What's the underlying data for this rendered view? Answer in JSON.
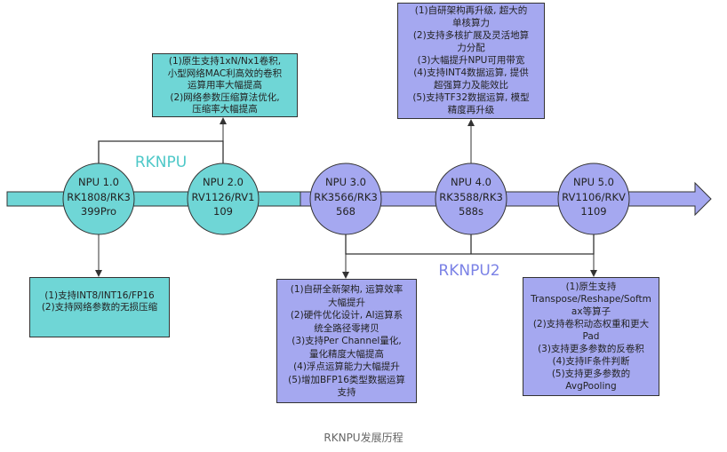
{
  "nodes": [
    {
      "id": "npu1",
      "lines": [
        "NPU 1.0",
        "RK1808/RK3",
        "399Pro"
      ]
    },
    {
      "id": "npu2",
      "lines": [
        "NPU 2.0",
        "RV1126/RV1",
        "109"
      ]
    },
    {
      "id": "npu3",
      "lines": [
        "NPU 3.0",
        "RK3566/RK3",
        "568"
      ]
    },
    {
      "id": "npu4",
      "lines": [
        "NPU 4.0",
        "RK3588/RK3",
        "588s"
      ]
    },
    {
      "id": "npu5",
      "lines": [
        "NPU 5.0",
        "RV1106/RKV",
        "1109"
      ]
    }
  ],
  "groups": {
    "rknpu": "RKNPU",
    "rknpu2": "RKNPU2"
  },
  "boxes": {
    "npu1": [
      "(1)支持INT8/INT16/FP16",
      "(2)支持网络参数的无损压缩"
    ],
    "npu2": [
      "(1)原生支持1xN/Nx1卷积,",
      "小型网络MAC利高效的卷积",
      "运算用率大幅提高",
      "(2)网络参数压缩算法优化,",
      "压缩率大幅提高"
    ],
    "npu3": [
      "(1)自研全新架构, 运算效率",
      "大幅提升",
      "(2)硬件优化设计, AI运算系",
      "统全路径零拷贝",
      "(3)支持Per Channel量化,",
      "量化精度大幅提高",
      "(4)浮点运算能力大幅提升",
      "(5)增加BFP16类型数据运算",
      "支持"
    ],
    "npu4": [
      "(1)自研架构再升级, 超大的",
      "单核算力",
      "(2)支持多核扩展及灵活地算",
      "力分配",
      "(3)大幅提升NPU可用带宽",
      "(4)支持INT4数据运算, 提供",
      "超强算力及能效比",
      "(5)支持TF32数据运算, 模型",
      "精度再升级"
    ],
    "npu5": [
      "(1)原生支持",
      "Transpose/Reshape/Softm",
      "ax等算子",
      "(2)支持卷积动态权重和更大",
      "Pad",
      "(3)支持更多参数的反卷积",
      "(4)支持IF条件判断",
      "(5)支持更多参数的",
      "AvgPooling"
    ]
  },
  "caption": "RKNPU发展历程",
  "colors": {
    "teal": "#6fd6d6",
    "violet": "#a5a8f0",
    "line": "#333333",
    "rknpu_label": "#4ec8c8",
    "rknpu2_label": "#7b82e6"
  }
}
